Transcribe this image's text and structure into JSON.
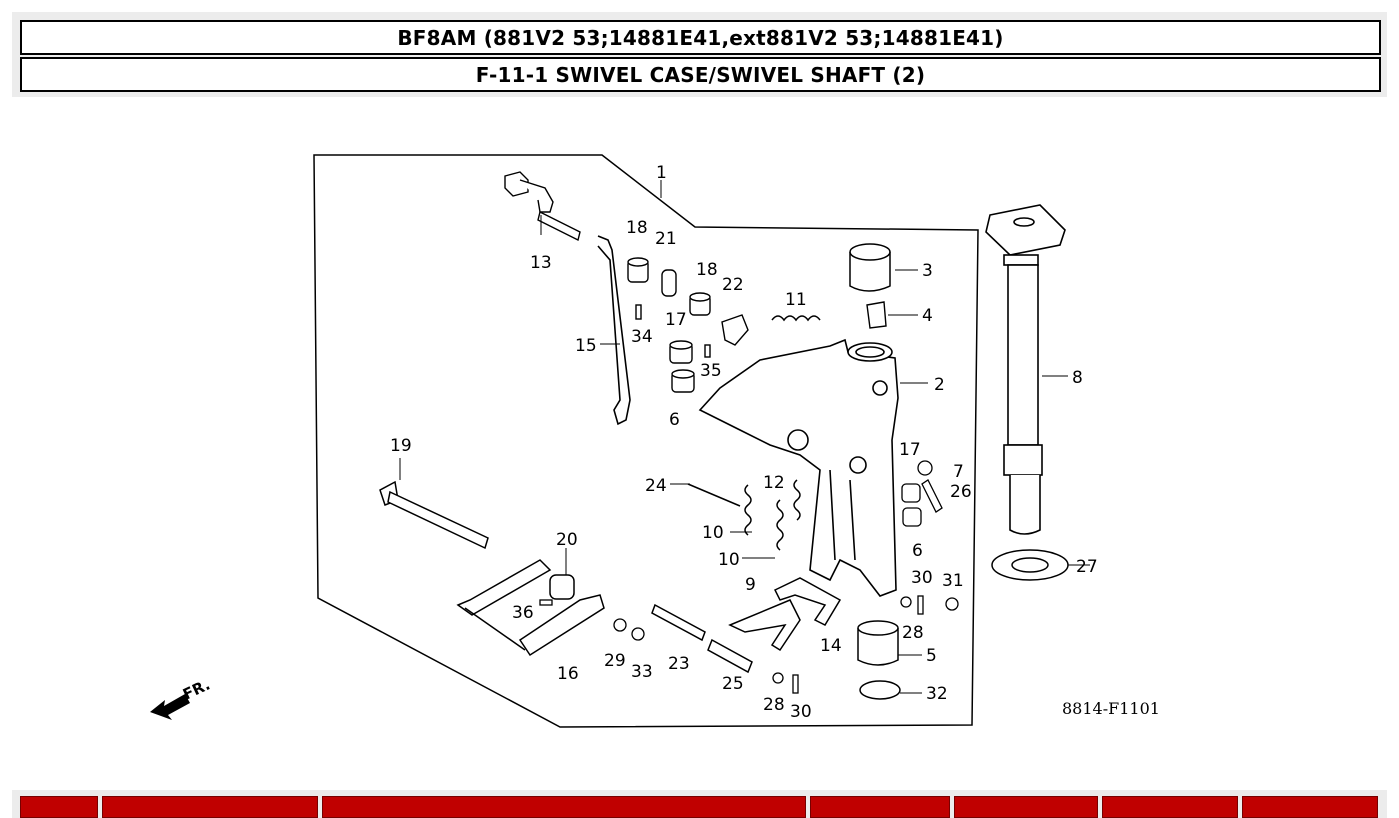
{
  "header": {
    "model_title": "BF8AM (881V2 53;14881E41,ext881V2 53;14881E41)",
    "section_title": "F-11-1 SWIVEL CASE/SWIVEL SHAFT (2)"
  },
  "diagram": {
    "figure_code": "8814-F1101",
    "front_label": "FR.",
    "callouts": [
      "1",
      "2",
      "3",
      "4",
      "5",
      "6",
      "6",
      "7",
      "8",
      "9",
      "10",
      "10",
      "11",
      "12",
      "13",
      "14",
      "15",
      "16",
      "17",
      "17",
      "18",
      "18",
      "19",
      "20",
      "21",
      "22",
      "23",
      "24",
      "25",
      "26",
      "27",
      "28",
      "28",
      "29",
      "30",
      "30",
      "31",
      "32",
      "33",
      "34",
      "35",
      "36"
    ]
  },
  "table": {
    "headers": [
      "",
      "",
      "",
      "",
      "",
      "",
      ""
    ]
  }
}
